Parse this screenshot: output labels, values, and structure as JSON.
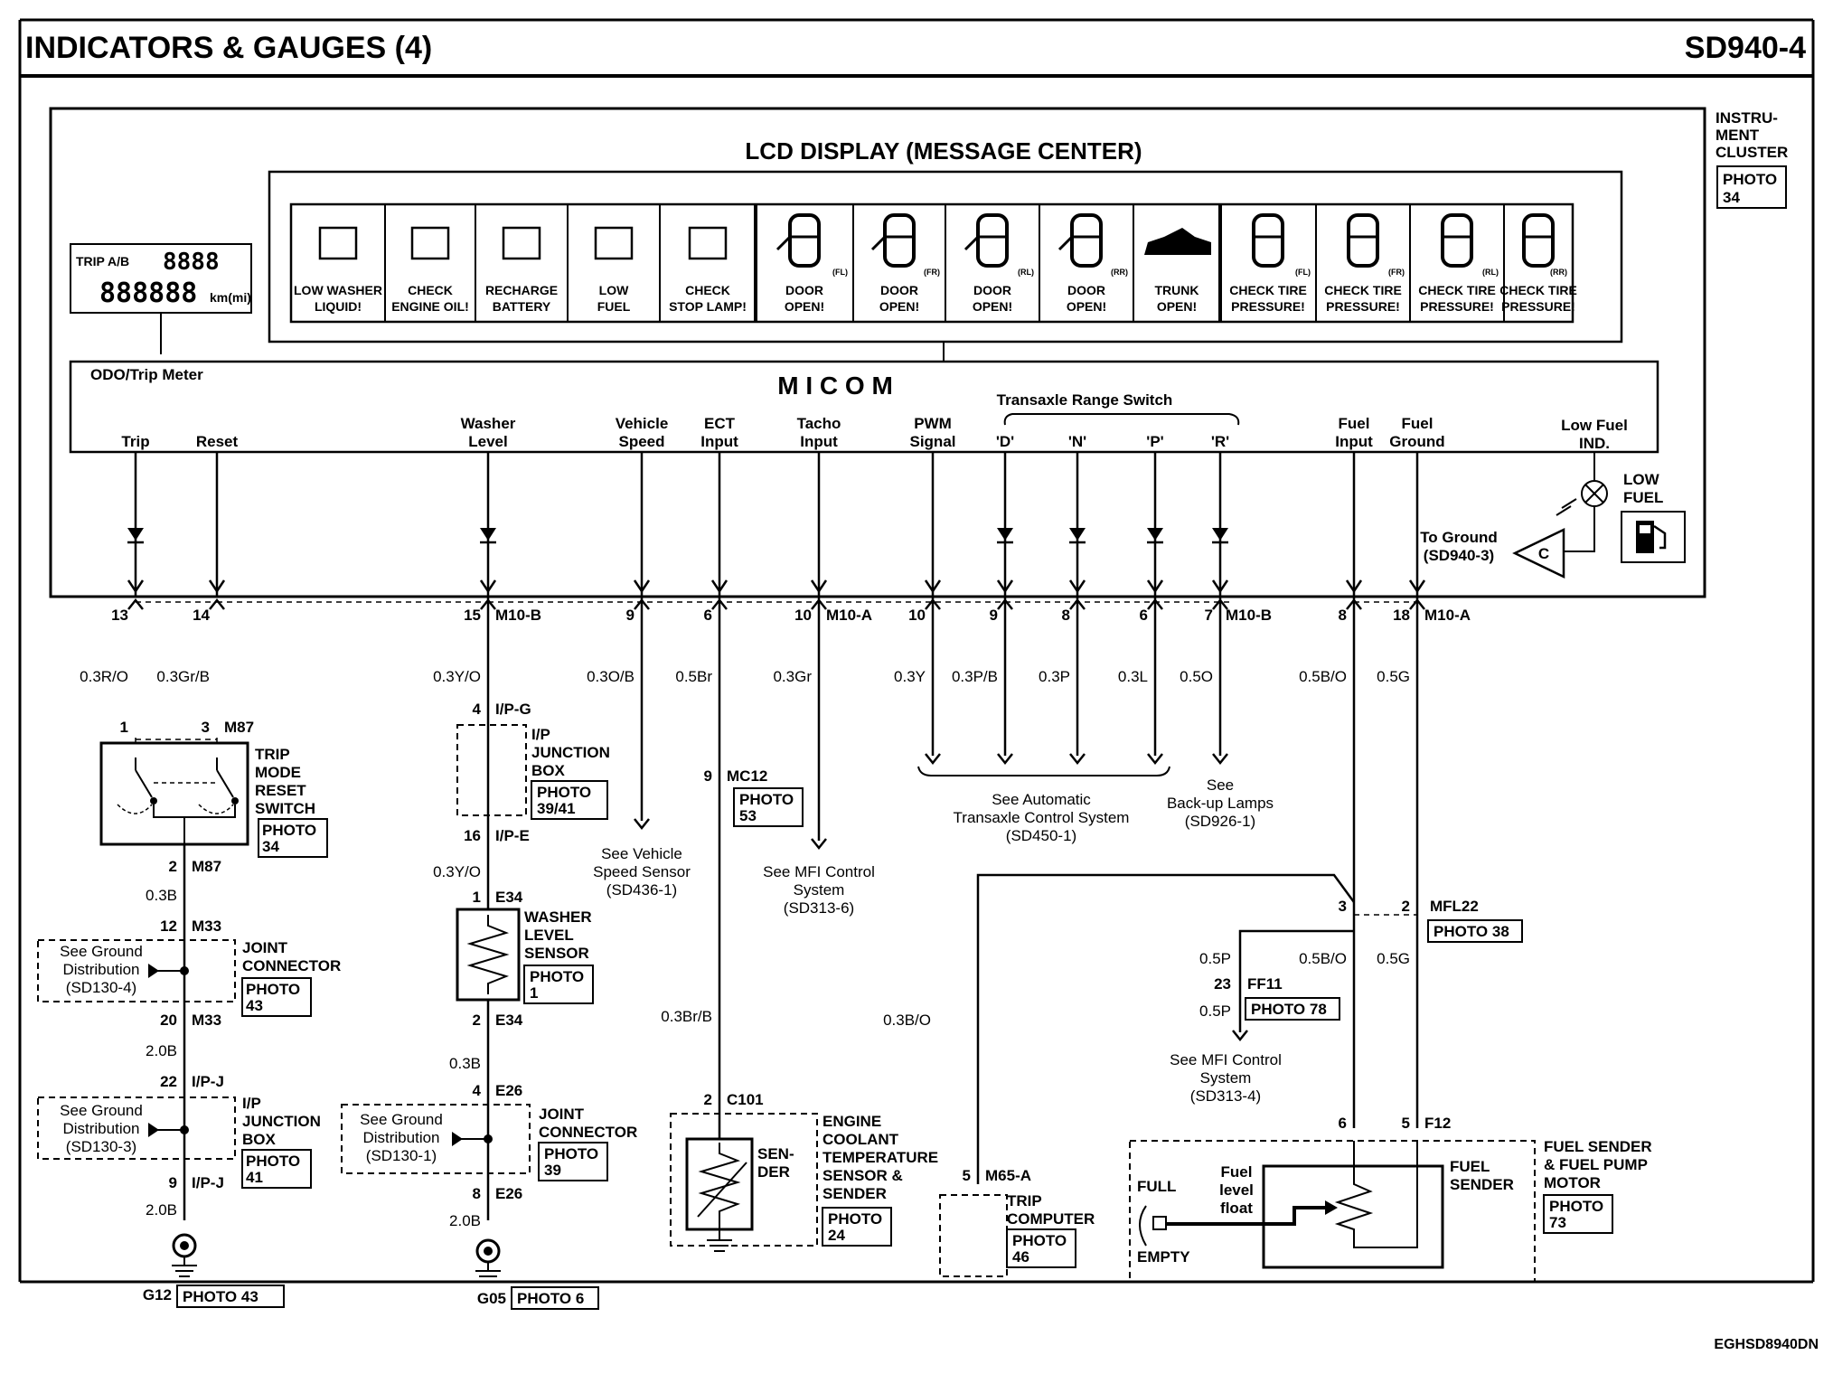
{
  "header": {
    "title": "INDICATORS & GAUGES (4)",
    "code": "SD940-4",
    "footer_code": "EGHSD8940DN"
  },
  "cluster": {
    "label": [
      "INSTRU-",
      "MENT",
      "CLUSTER"
    ],
    "photo": [
      "PHOTO",
      "34"
    ]
  },
  "lcd": {
    "title": "LCD DISPLAY (MESSAGE CENTER)",
    "odo_line1": "8888",
    "odo_line2": "888888",
    "odo_tag": "TRIP A/B",
    "odo_unit": "km(mi)",
    "icons": [
      {
        "name": "washer-icon",
        "l1": "LOW WASHER",
        "l2": "LIQUID!"
      },
      {
        "name": "engine-oil-icon",
        "l1": "CHECK",
        "l2": "ENGINE OIL!"
      },
      {
        "name": "battery-icon",
        "l1": "RECHARGE",
        "l2": "BATTERY"
      },
      {
        "name": "fuel-pump-icon",
        "l1": "LOW",
        "l2": "FUEL"
      },
      {
        "name": "stop-lamp-icon",
        "l1": "CHECK",
        "l2": "STOP LAMP!"
      },
      {
        "name": "car-door-fl-icon",
        "l1": "DOOR",
        "l2": "OPEN!",
        "tag": "(FL)"
      },
      {
        "name": "car-door-fr-icon",
        "l1": "DOOR",
        "l2": "OPEN!",
        "tag": "(FR)"
      },
      {
        "name": "car-door-rl-icon",
        "l1": "DOOR",
        "l2": "OPEN!",
        "tag": "(RL)"
      },
      {
        "name": "car-door-rr-icon",
        "l1": "DOOR",
        "l2": "OPEN!",
        "tag": "(RR)"
      },
      {
        "name": "car-trunk-icon",
        "l1": "TRUNK",
        "l2": "OPEN!"
      },
      {
        "name": "tire-fl-icon",
        "l1": "CHECK TIRE",
        "l2": "PRESSURE!",
        "tag": "(FL)"
      },
      {
        "name": "tire-fr-icon",
        "l1": "CHECK TIRE",
        "l2": "PRESSURE!",
        "tag": "(FR)"
      },
      {
        "name": "tire-rl-icon",
        "l1": "CHECK TIRE",
        "l2": "PRESSURE!",
        "tag": "(RL)"
      },
      {
        "name": "tire-rr-icon",
        "l1": "CHECK TIRE",
        "l2": "PRESSURE!",
        "tag": "(RR)"
      }
    ]
  },
  "micom": {
    "title": "M I C O M",
    "odo_label": "ODO/Trip Meter",
    "transaxle_label": "Transaxle Range Switch",
    "pins": {
      "trip": "Trip",
      "reset": "Reset",
      "washer": [
        "Washer",
        "Level"
      ],
      "vspeed": [
        "Vehicle",
        "Speed"
      ],
      "ect": [
        "ECT",
        "Input"
      ],
      "tacho": [
        "Tacho",
        "Input"
      ],
      "pwm": [
        "PWM",
        "Signal"
      ],
      "rd": "'D'",
      "rn": "'N'",
      "rp": "'P'",
      "rr": "'R'",
      "fuel_in": [
        "Fuel",
        "Input"
      ],
      "fuel_gnd": [
        "Fuel",
        "Ground"
      ],
      "low_fuel": [
        "Low Fuel",
        "IND."
      ]
    },
    "low_fuel_label": [
      "LOW",
      "FUEL"
    ],
    "to_ground": [
      "To Ground",
      "(SD940-3)"
    ],
    "ground_letter": "C"
  },
  "pins": {
    "p13": "13",
    "p14": "14",
    "p15": "15",
    "m10b": "M10-B",
    "p9": "9",
    "p6": "6",
    "p10": "10",
    "m10a": "M10-A",
    "p10b": "10",
    "p9b": "9",
    "p8": "8",
    "p6b": "6",
    "p7": "7",
    "m10b2": "M10-B",
    "p8b": "8",
    "p18": "18",
    "m10a2": "M10-A"
  },
  "wires": {
    "w1": "0.3R/O",
    "w2": "0.3Gr/B",
    "w3": "0.3Y/O",
    "w4": "0.3O/B",
    "w5": "0.5Br",
    "w6": "0.3Gr",
    "w7": "0.3Y",
    "w8": "0.3P/B",
    "w9": "0.3P",
    "w10": "0.3L",
    "w11": "0.5O",
    "w12": "0.5B/O",
    "w13": "0.5G",
    "w14": "0.3B",
    "w15": "2.0B",
    "w16": "2.0B",
    "w17": "0.3Y/O",
    "w18": "0.3B",
    "w19": "2.0B",
    "w20": "0.3Br/B",
    "w21": "0.3B/O",
    "w22": "0.5P",
    "w23": "0.5B/O",
    "w24": "0.5G",
    "w25": "0.5P"
  },
  "trip_switch": {
    "conn_a": "1",
    "conn_b": "3",
    "conn": "M87",
    "label": [
      "TRIP",
      "MODE",
      "RESET",
      "SWITCH"
    ],
    "photo": [
      "PHOTO",
      "34"
    ],
    "out_pin": "2",
    "out_conn": "M87"
  },
  "joint1": {
    "pin_a": "12",
    "conn_a": "M33",
    "pin_b": "20",
    "conn_b": "M33",
    "label": [
      "JOINT",
      "CONNECTOR"
    ],
    "photo": [
      "PHOTO",
      "43"
    ],
    "see": [
      "See Ground",
      "Distribution",
      "(SD130-4)"
    ]
  },
  "ipj1": {
    "pin_a": "22",
    "conn_a": "I/P-J",
    "pin_b": "9",
    "conn_b": "I/P-J",
    "label": [
      "I/P",
      "JUNCTION",
      "BOX"
    ],
    "photo": [
      "PHOTO",
      "41"
    ],
    "see": [
      "See Ground",
      "Distribution",
      "(SD130-3)"
    ]
  },
  "g12": {
    "name": "G12",
    "photo": "PHOTO 43"
  },
  "ipg": {
    "pin_a": "4",
    "conn_a": "I/P-G",
    "pin_b": "16",
    "conn_b": "I/P-E",
    "label": [
      "I/P",
      "JUNCTION",
      "BOX"
    ],
    "photo": [
      "PHOTO",
      "39/41"
    ]
  },
  "washer_sensor": {
    "pin_a": "1",
    "conn_a": "E34",
    "pin_b": "2",
    "conn_b": "E34",
    "label": [
      "WASHER",
      "LEVEL",
      "SENSOR"
    ],
    "photo": [
      "PHOTO",
      "1"
    ]
  },
  "joint2": {
    "pin_a": "4",
    "conn_a": "E26",
    "pin_b": "8",
    "conn_b": "E26",
    "label": [
      "JOINT",
      "CONNECTOR"
    ],
    "photo": [
      "PHOTO",
      "39"
    ],
    "see": [
      "See Ground",
      "Distribution",
      "(SD130-1)"
    ]
  },
  "g05": {
    "name": "G05",
    "photo": "PHOTO 6"
  },
  "see_vss": [
    "See Vehicle",
    "Speed Sensor",
    "(SD436-1)"
  ],
  "mc12": {
    "pin": "9",
    "conn": "MC12",
    "photo": [
      "PHOTO",
      "53"
    ]
  },
  "see_mfi": [
    "See MFI Control",
    "System",
    "(SD313-6)"
  ],
  "see_atcs": [
    "See Automatic",
    "Transaxle Control System",
    "(SD450-1)"
  ],
  "see_backup": [
    "See",
    "Back-up Lamps",
    "(SD926-1)"
  ],
  "ect_sensor": {
    "pin": "2",
    "conn": "C101",
    "sender": [
      "SEN-",
      "DER"
    ],
    "label": [
      "ENGINE",
      "COOLANT",
      "TEMPERATURE",
      "SENSOR &",
      "SENDER"
    ],
    "photo": [
      "PHOTO",
      "24"
    ]
  },
  "trip_computer": {
    "pin": "5",
    "conn": "M65-A",
    "label": [
      "TRIP",
      "COMPUTER"
    ],
    "photo": [
      "PHOTO",
      "46"
    ]
  },
  "mfl22": {
    "pin_a": "3",
    "pin_b": "2",
    "conn": "MFL22",
    "photo": "PHOTO 38"
  },
  "ff11": {
    "pin": "23",
    "conn": "FF11",
    "photo": "PHOTO 78"
  },
  "see_mfi2": [
    "See MFI Control",
    "System",
    "(SD313-4)"
  ],
  "fuel_sender": {
    "pin_a": "6",
    "pin_b": "5",
    "conn": "F12",
    "full": "FULL",
    "empty": "EMPTY",
    "float": [
      "Fuel",
      "level",
      "float"
    ],
    "sender": [
      "FUEL",
      "SENDER"
    ],
    "label": [
      "FUEL SENDER",
      "& FUEL PUMP",
      "MOTOR"
    ],
    "photo": [
      "PHOTO",
      "73"
    ]
  }
}
